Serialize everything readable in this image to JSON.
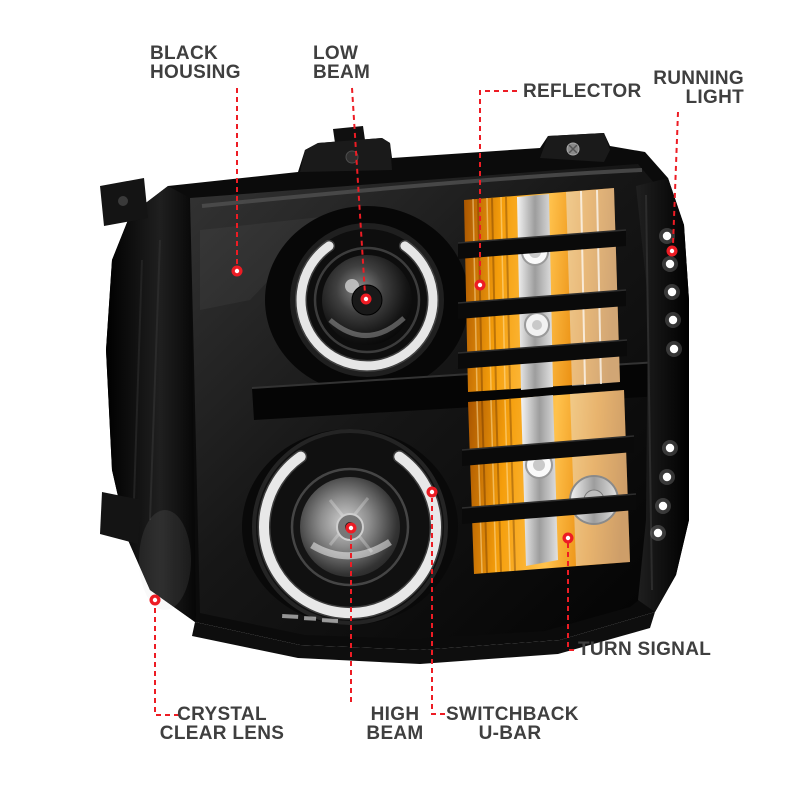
{
  "figure": {
    "description": "annotated-projector-headlight-product-figure"
  },
  "colors": {
    "accent_red": "#ed1c24",
    "amber": "#f59e0b",
    "chrome": "#d9d9d9",
    "housing_black": "#0b0b0b",
    "background": "#ffffff"
  },
  "callouts": [
    {
      "id": "black-housing",
      "line1": "BLACK",
      "line2": "HOUSING"
    },
    {
      "id": "low-beam",
      "line1": "LOW",
      "line2": "BEAM"
    },
    {
      "id": "reflector",
      "line1": "REFLECTOR",
      "line2": ""
    },
    {
      "id": "running-light",
      "line1": "RUNNING",
      "line2": "LIGHT"
    },
    {
      "id": "turn-signal",
      "line1": "TURN SIGNAL",
      "line2": ""
    },
    {
      "id": "switchback-u-bar",
      "line1": "SWITCHBACK",
      "line2": "U-BAR"
    },
    {
      "id": "high-beam",
      "line1": "HIGH",
      "line2": "BEAM"
    },
    {
      "id": "crystal-clear-lens",
      "line1": "CRYSTAL",
      "line2": "CLEAR LENS"
    }
  ]
}
